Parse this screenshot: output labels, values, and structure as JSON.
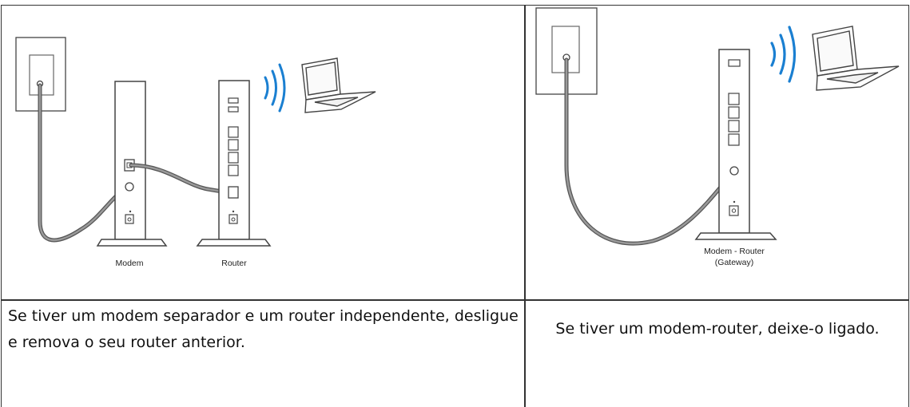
{
  "panels": {
    "left": {
      "modem_label": "Modem",
      "router_label": "Router",
      "caption": "Se tiver um modem separador e um router independente, desligue e remova o seu router anterior."
    },
    "right": {
      "gateway_label_line1": "Modem - Router",
      "gateway_label_line2": "(Gateway)",
      "caption": "Se tiver um modem-router, deixe-o ligado."
    }
  },
  "colors": {
    "wifi": "#1a7fd1",
    "cable": "#666666",
    "outline": "#333333"
  },
  "icons": [
    "wall-outlet-icon",
    "modem-icon",
    "router-icon",
    "gateway-icon",
    "wifi-signal-icon",
    "laptop-icon"
  ]
}
